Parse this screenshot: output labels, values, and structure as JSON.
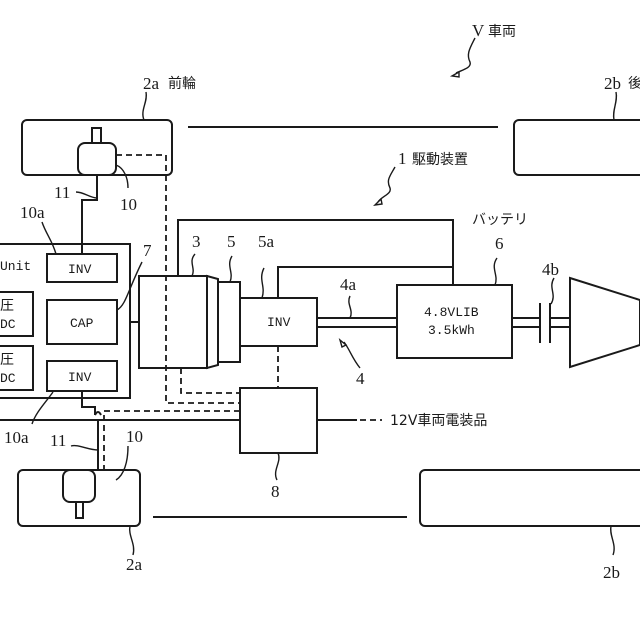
{
  "title": {
    "ref": "V",
    "name": "車両"
  },
  "drive_device": {
    "ref": "1",
    "name": "駆動装置"
  },
  "front_wheel_top": {
    "ref": "2a",
    "name": "前輪"
  },
  "rear_wheel_top": {
    "ref": "2b",
    "name": "後"
  },
  "front_wheel_bottom": {
    "ref": "2a"
  },
  "rear_wheel_bottom": {
    "ref": "2b"
  },
  "labels": {
    "engine": "3",
    "motor": "5",
    "motor_inverter_ref": "5a",
    "power_line": "4",
    "power_line_a": "4a",
    "power_line_b": "4b",
    "battery_ref": "6",
    "battery_name": "バッテリ",
    "unit_ref": "7",
    "converter_ref": "8",
    "in_wheel_motor_ref": "10",
    "in_wheel_inverter_ref": "10a",
    "cable_ref": "11"
  },
  "blocks": {
    "unit_label": "Unit",
    "inv_top": "INV",
    "cap": "CAP",
    "inv_bottom": "INV",
    "dc1_line1": "圧",
    "dc1_line2": "DC",
    "dc2_line1": "圧",
    "dc2_line2": "DC",
    "motor_inv": "INV",
    "battery_line1": "4.8VLIB",
    "battery_line2": "3.5kWh",
    "accessory": "12V車両電装品"
  }
}
